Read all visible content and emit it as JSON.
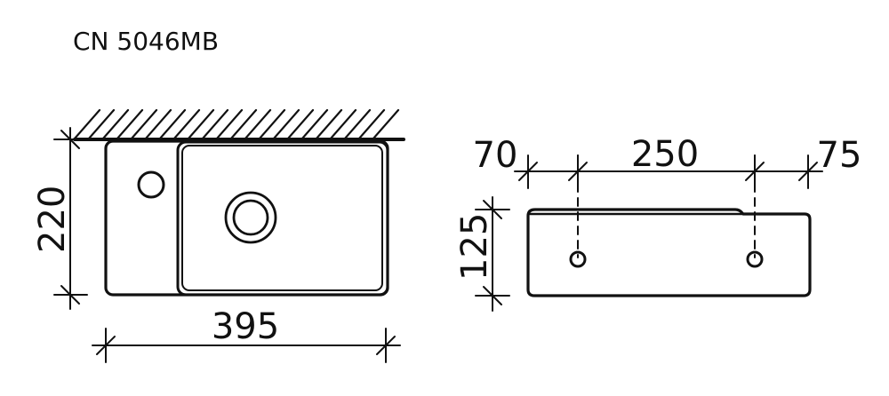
{
  "title": "CN 5046MB",
  "top_view": {
    "width_label": "395",
    "height_label": "220"
  },
  "side_view": {
    "left_offset_label": "70",
    "center_distance_label": "250",
    "right_offset_label": "75",
    "height_label": "125"
  },
  "colors": {
    "line": "#111111",
    "background": "#ffffff"
  }
}
